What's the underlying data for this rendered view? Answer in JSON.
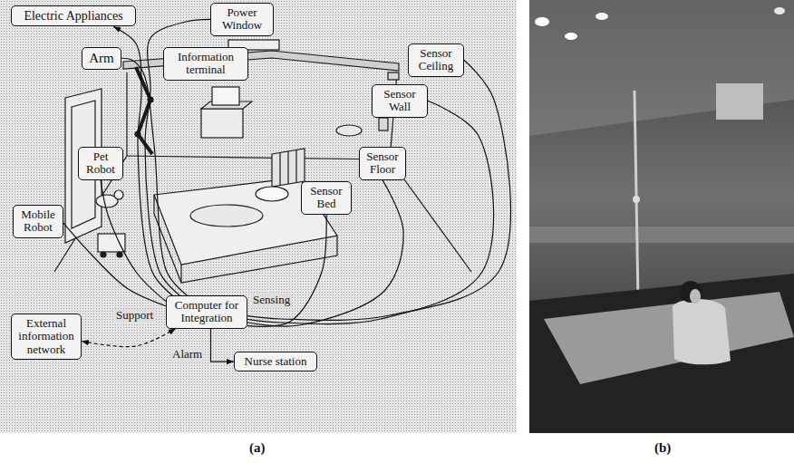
{
  "diagram": {
    "nodes": [
      {
        "text": [
          "Electric Appliances"
        ]
      },
      {
        "text": [
          "Power Window"
        ]
      },
      {
        "text": [
          "Arm"
        ]
      },
      {
        "text": [
          "Information terminal"
        ]
      },
      {
        "text": [
          "Sensor Ceiling"
        ]
      },
      {
        "text": [
          "Sensor Wall"
        ]
      },
      {
        "text": [
          "Pet Robot"
        ]
      },
      {
        "text": [
          "Sensor Floor"
        ]
      },
      {
        "text": [
          "Mobile Robot"
        ]
      },
      {
        "text": [
          "Sensor Bed"
        ]
      },
      {
        "text": [
          "Computer for Integration"
        ]
      },
      {
        "text": [
          "External information network"
        ]
      },
      {
        "text": [
          "Nurse station"
        ]
      }
    ],
    "edges": [
      {
        "from": 10,
        "to": 0,
        "arrow": "to"
      },
      {
        "from": 10,
        "to": 1,
        "arrow": "none"
      },
      {
        "from": 10,
        "to": 2,
        "arrow": "none"
      },
      {
        "from": 10,
        "to": 6,
        "arrow": "none"
      },
      {
        "from": 10,
        "to": 8,
        "arrow": "none"
      },
      {
        "from": 4,
        "to": 10,
        "arrow": "none"
      },
      {
        "from": 5,
        "to": 10,
        "arrow": "none"
      },
      {
        "from": 7,
        "to": 10,
        "arrow": "none"
      },
      {
        "from": 9,
        "to": 10,
        "arrow": "none"
      },
      {
        "from": 10,
        "to": 12,
        "label": "Alarm",
        "arrow": "to"
      },
      {
        "from": 11,
        "to": 10,
        "arrow": "both"
      }
    ],
    "labels": [
      "Support",
      "Sensing",
      "(a)",
      "(b)"
    ]
  }
}
